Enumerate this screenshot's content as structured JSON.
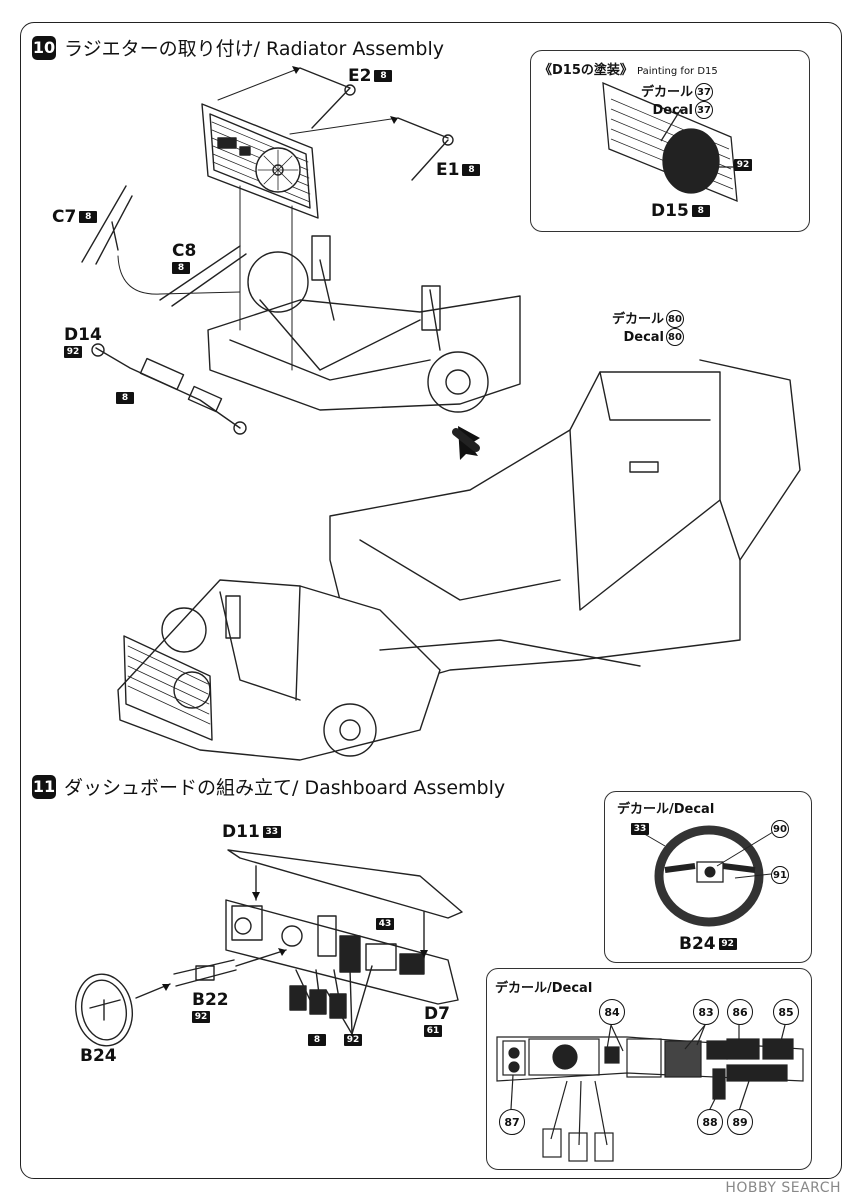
{
  "step10": {
    "number": "10",
    "title": "ラジエターの取り付け/ Radiator Assembly"
  },
  "step11": {
    "number": "11",
    "title": "ダッシュボードの組み立て/ Dashboard Assembly"
  },
  "inset_d15": {
    "title_jp": "《D15の塗装》",
    "title_en": "Painting for D15",
    "decal_jp": "デカール",
    "decal_en": "Decal",
    "decal_no": "37",
    "paint_code": "92",
    "part": "D15",
    "part_paint": "8"
  },
  "parts": {
    "e2": {
      "name": "E2",
      "paint": "8"
    },
    "e1": {
      "name": "E1",
      "paint": "8"
    },
    "c7": {
      "name": "C7",
      "paint": "8"
    },
    "c8": {
      "name": "C8",
      "paint": "8"
    },
    "d14": {
      "name": "D14",
      "paint": "92"
    },
    "d14_rod_paint": "8",
    "d11": {
      "name": "D11",
      "paint": "33"
    },
    "d7": {
      "name": "D7",
      "paint": "61"
    },
    "b22": {
      "name": "B22",
      "paint": "92"
    },
    "b24": {
      "name": "B24"
    },
    "pedal_paint": "8",
    "switch_paint": "43",
    "panel_paint": "92"
  },
  "chassis_decal": {
    "jp": "デカール",
    "en": "Decal",
    "number": "80"
  },
  "wheel_inset": {
    "title": "デカール/Decal",
    "rim_paint": "33",
    "decal_a": "90",
    "decal_b": "91",
    "part": "B24",
    "part_paint": "92"
  },
  "dash_inset": {
    "title": "デカール/Decal",
    "decals": [
      "84",
      "83",
      "86",
      "85",
      "87",
      "88",
      "89"
    ]
  },
  "watermark": "HOBBY SEARCH"
}
